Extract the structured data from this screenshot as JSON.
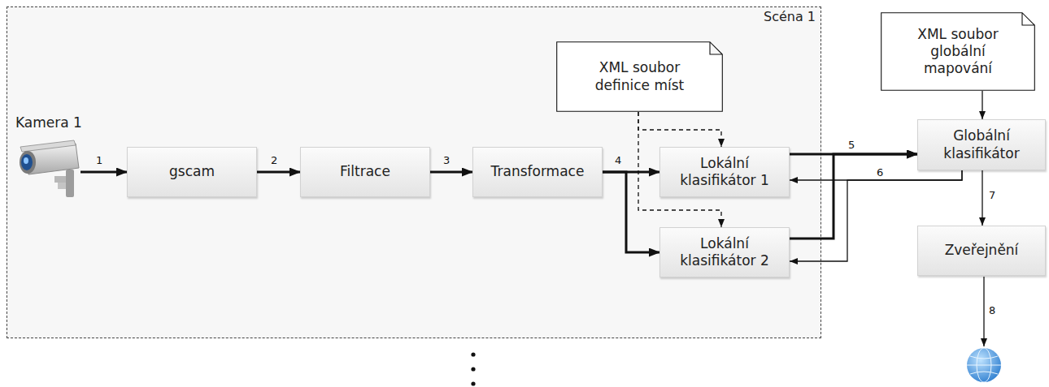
{
  "diagram": {
    "nodes": [
      {
        "text": [
          "Scéna 1"
        ]
      },
      {
        "text": [
          "Kamera 1"
        ],
        "in": 0
      },
      {
        "text": [
          "gscam"
        ],
        "in": 0
      },
      {
        "text": [
          "Filtrace"
        ],
        "in": 0
      },
      {
        "text": [
          "Transformace"
        ],
        "in": 0
      },
      {
        "text": [
          "XML soubor definice míst"
        ],
        "in": 0
      },
      {
        "text": [
          "Lokální klasifikátor 1"
        ],
        "in": 0
      },
      {
        "text": [
          "Lokální klasifikátor 2"
        ],
        "in": 0
      },
      {
        "text": [
          "XML soubor globální mapování"
        ]
      },
      {
        "text": [
          "Globální klasifikátor"
        ]
      },
      {
        "text": [
          "Zveřejnění"
        ]
      }
    ],
    "edges": [
      {
        "from": 1,
        "to": 2,
        "arrow": "to",
        "label": "1"
      },
      {
        "from": 2,
        "to": 3,
        "arrow": "to",
        "label": "2"
      },
      {
        "from": 3,
        "to": 4,
        "arrow": "to",
        "label": "3"
      },
      {
        "from": 4,
        "to": 6,
        "arrow": "to",
        "label": "4"
      },
      {
        "from": 4,
        "to": 7,
        "arrow": "to"
      },
      {
        "from": 5,
        "to": 6,
        "arrow": "to"
      },
      {
        "from": 5,
        "to": 7,
        "arrow": "to"
      },
      {
        "from": 6,
        "to": 9,
        "arrow": "to",
        "label": "5"
      },
      {
        "from": 7,
        "to": 9,
        "arrow": "to"
      },
      {
        "from": 9,
        "to": 6,
        "arrow": "to",
        "label": "6"
      },
      {
        "from": 9,
        "to": 7,
        "arrow": "to"
      },
      {
        "from": 8,
        "to": 9,
        "arrow": "to"
      },
      {
        "from": 9,
        "to": 10,
        "arrow": "to",
        "label": "7"
      }
    ],
    "labels": [
      "8"
    ]
  }
}
